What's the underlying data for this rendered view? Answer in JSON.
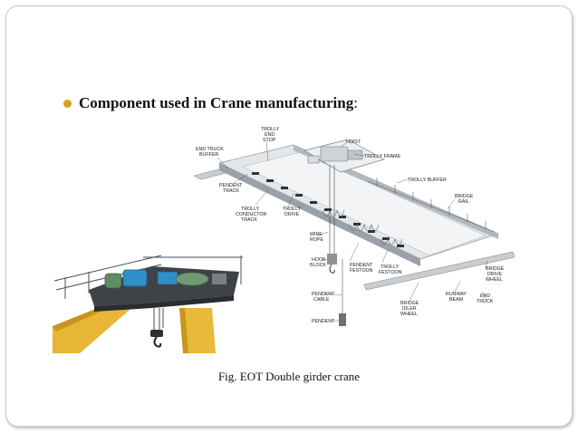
{
  "slide": {
    "heading": "Component used in Crane manufacturing",
    "heading_suffix": ":",
    "caption": "Fig. EOT Double girder crane"
  },
  "diagram_labels": {
    "trolly_end_stop": [
      "TROLLY",
      "END",
      "STOP"
    ],
    "hoist": "HOIST",
    "end_truck_buffer": [
      "END TRUCK",
      "BUFFER"
    ],
    "trolly_frame": "TROLLY FRAME",
    "trolly_buffer": "TROLLY BUFFER",
    "pendent_track": [
      "PENDENT",
      "TRACK"
    ],
    "bridge_rail": [
      "BRIDGE",
      "RAIL"
    ],
    "trolly_conductor_track": [
      "TROLLY",
      "CONDUCTOR",
      "TRACK"
    ],
    "trolly_drive": [
      "TROLLY",
      "DRIVE"
    ],
    "wire_rope": [
      "WIRE",
      "ROPE"
    ],
    "hook_block": [
      "HOOK",
      "BLOCK"
    ],
    "pendent_festoon": [
      "PENDENT",
      "FESTOON"
    ],
    "trolly_festoon": [
      "TROLLY",
      "FESTOON"
    ],
    "bridge_drive_wheel": [
      "BRIDGE",
      "DRIVE",
      "WHEEL"
    ],
    "pendent_cable": [
      "PENDENT",
      "CABLE"
    ],
    "runway_beam": [
      "RUNWAY",
      "BEAM"
    ],
    "end_truck": [
      "END",
      "TRUCK"
    ],
    "bridge_idler_wheel": [
      "BRIDGE",
      "IDLER",
      "WHEEL"
    ],
    "pendent": "PENDENT"
  },
  "colors": {
    "bullet": "#d8a21a",
    "frame_border": "#c9c9c9",
    "girder": "#d7dbe0",
    "girder_dark": "#9aa1a8",
    "motor_blue": "#2f8fc9",
    "runway_yellow": "#e7b634"
  }
}
